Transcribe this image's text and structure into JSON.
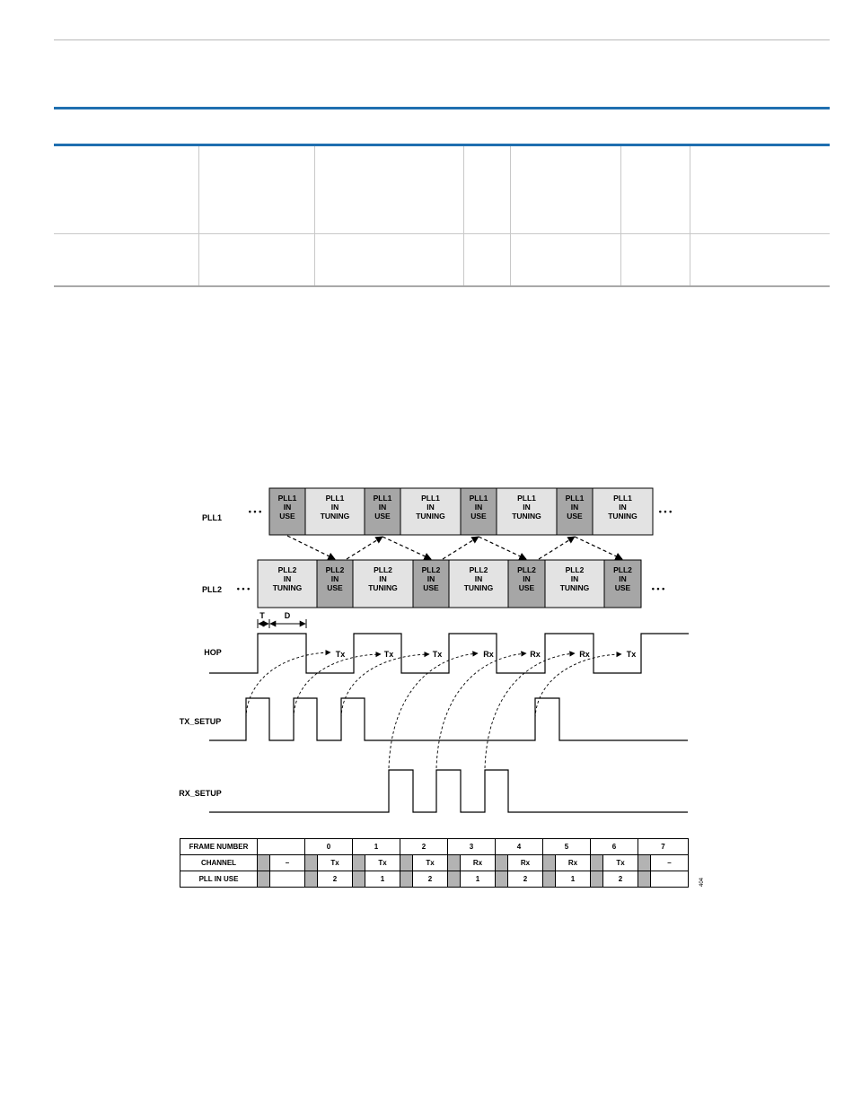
{
  "colors": {
    "accent_rule": "#1f6fb0",
    "pll_in_use": "#a6a6a6",
    "pll_in_tuning": "#e3e3e3",
    "table_shade": "#b3b3b3"
  },
  "diagram": {
    "pll1": {
      "label": "PLL1",
      "blocks": [
        {
          "lines": [
            "PLL1",
            "IN",
            "USE"
          ],
          "state": "use"
        },
        {
          "lines": [
            "PLL1",
            "IN",
            "TUNING"
          ],
          "state": "tuning"
        },
        {
          "lines": [
            "PLL1",
            "IN",
            "USE"
          ],
          "state": "use"
        },
        {
          "lines": [
            "PLL1",
            "IN",
            "TUNING"
          ],
          "state": "tuning"
        },
        {
          "lines": [
            "PLL1",
            "IN",
            "USE"
          ],
          "state": "use"
        },
        {
          "lines": [
            "PLL1",
            "IN",
            "TUNING"
          ],
          "state": "tuning"
        },
        {
          "lines": [
            "PLL1",
            "IN",
            "USE"
          ],
          "state": "use"
        },
        {
          "lines": [
            "PLL1",
            "IN",
            "TUNING"
          ],
          "state": "tuning"
        }
      ]
    },
    "pll2": {
      "label": "PLL2",
      "blocks": [
        {
          "lines": [
            "PLL2",
            "IN",
            "TUNING"
          ],
          "state": "tuning"
        },
        {
          "lines": [
            "PLL2",
            "IN",
            "USE"
          ],
          "state": "use"
        },
        {
          "lines": [
            "PLL2",
            "IN",
            "TUNING"
          ],
          "state": "tuning"
        },
        {
          "lines": [
            "PLL2",
            "IN",
            "USE"
          ],
          "state": "use"
        },
        {
          "lines": [
            "PLL2",
            "IN",
            "TUNING"
          ],
          "state": "tuning"
        },
        {
          "lines": [
            "PLL2",
            "IN",
            "USE"
          ],
          "state": "use"
        },
        {
          "lines": [
            "PLL2",
            "IN",
            "TUNING"
          ],
          "state": "tuning"
        },
        {
          "lines": [
            "PLL2",
            "IN",
            "USE"
          ],
          "state": "use"
        }
      ]
    },
    "ellipsis": "• • •",
    "hop_label": "HOP",
    "tx_setup_label": "TX_SETUP",
    "rx_setup_label": "RX_SETUP",
    "t_label": "T",
    "d_label": "D",
    "hop_annotations": [
      "Tx",
      "Tx",
      "Tx",
      "Rx",
      "Rx",
      "Rx",
      "Tx"
    ],
    "figure_id": "404"
  },
  "frame_table": {
    "rows": [
      {
        "label": "FRAME NUMBER",
        "cells": [
          "",
          "0",
          "1",
          "2",
          "3",
          "4",
          "5",
          "6",
          "7"
        ],
        "shaded": false
      },
      {
        "label": "CHANNEL",
        "cells": [
          "–",
          "Tx",
          "Tx",
          "Tx",
          "Rx",
          "Rx",
          "Rx",
          "Tx",
          "–"
        ],
        "shaded": true
      },
      {
        "label": "PLL IN USE",
        "cells": [
          "",
          "2",
          "1",
          "2",
          "1",
          "2",
          "1",
          "2",
          ""
        ],
        "shaded": true
      }
    ]
  }
}
